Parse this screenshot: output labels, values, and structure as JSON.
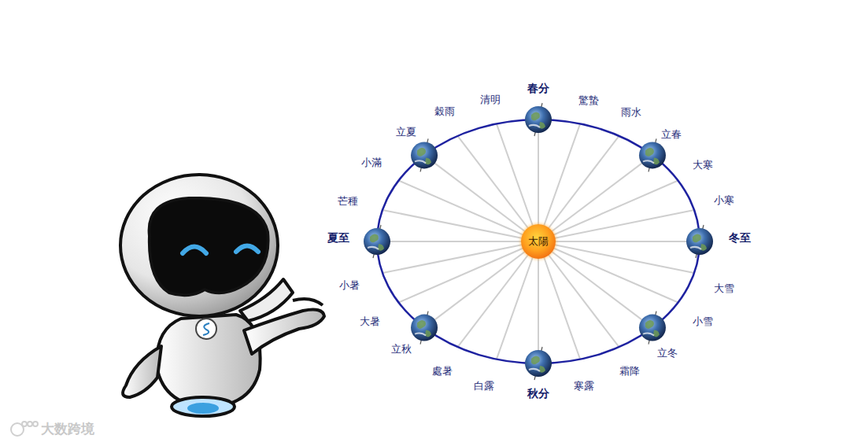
{
  "diagram": {
    "nodes": [
      {
        "text": [
          "太陽"
        ]
      }
    ],
    "labels": [
      "春分",
      "驚蟄",
      "雨水",
      "立春",
      "大寒",
      "小寒",
      "冬至",
      "大雪",
      "小雪",
      "立冬",
      "霜降",
      "寒露",
      "秋分",
      "白露",
      "處暑",
      "立秋",
      "大暑",
      "小暑",
      "夏至",
      "芒種",
      "小滿",
      "立夏",
      "穀雨",
      "清明",
      "大数跨境"
    ]
  }
}
